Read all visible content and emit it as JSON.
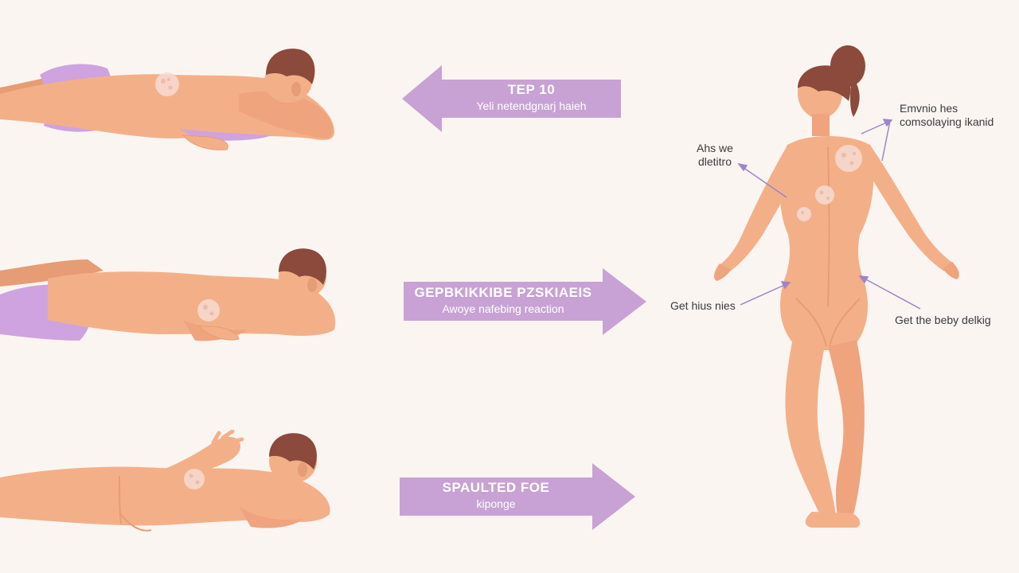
{
  "colors": {
    "background": "#fbf5f1",
    "skin": "#f3b088",
    "skin_shadow": "#e69c75",
    "hair": "#8b4a3b",
    "towel": "#cfa3df",
    "arrow": "#c8a2d4",
    "callout_line": "#9c86c8",
    "rash": "#f6dad3"
  },
  "arrows": [
    {
      "direction": "left",
      "title": "TEP 10",
      "subtitle": "Yeli netendgnarj haieh"
    },
    {
      "direction": "right",
      "title": "GEPBKIKKIBE PZSKIAEIS",
      "subtitle": "Awoye nafebing reaction"
    },
    {
      "direction": "right",
      "title": "SPAULTED FOE",
      "subtitle": "kiponge"
    }
  ],
  "callouts": {
    "top_right": {
      "line1": "Emvnio hes",
      "line2": "comsolaying ikanid"
    },
    "left_upper": {
      "line1": "Ahs we",
      "line2": "dletitro"
    },
    "left_lower": {
      "line1": "Get hius nies"
    },
    "right_lower": {
      "line1": "Get the beby delkig"
    }
  },
  "figures": {
    "lying_people": [
      "person-lying-top",
      "person-lying-middle",
      "person-lying-bottom"
    ],
    "standing_person": "standing-woman-back-view"
  }
}
